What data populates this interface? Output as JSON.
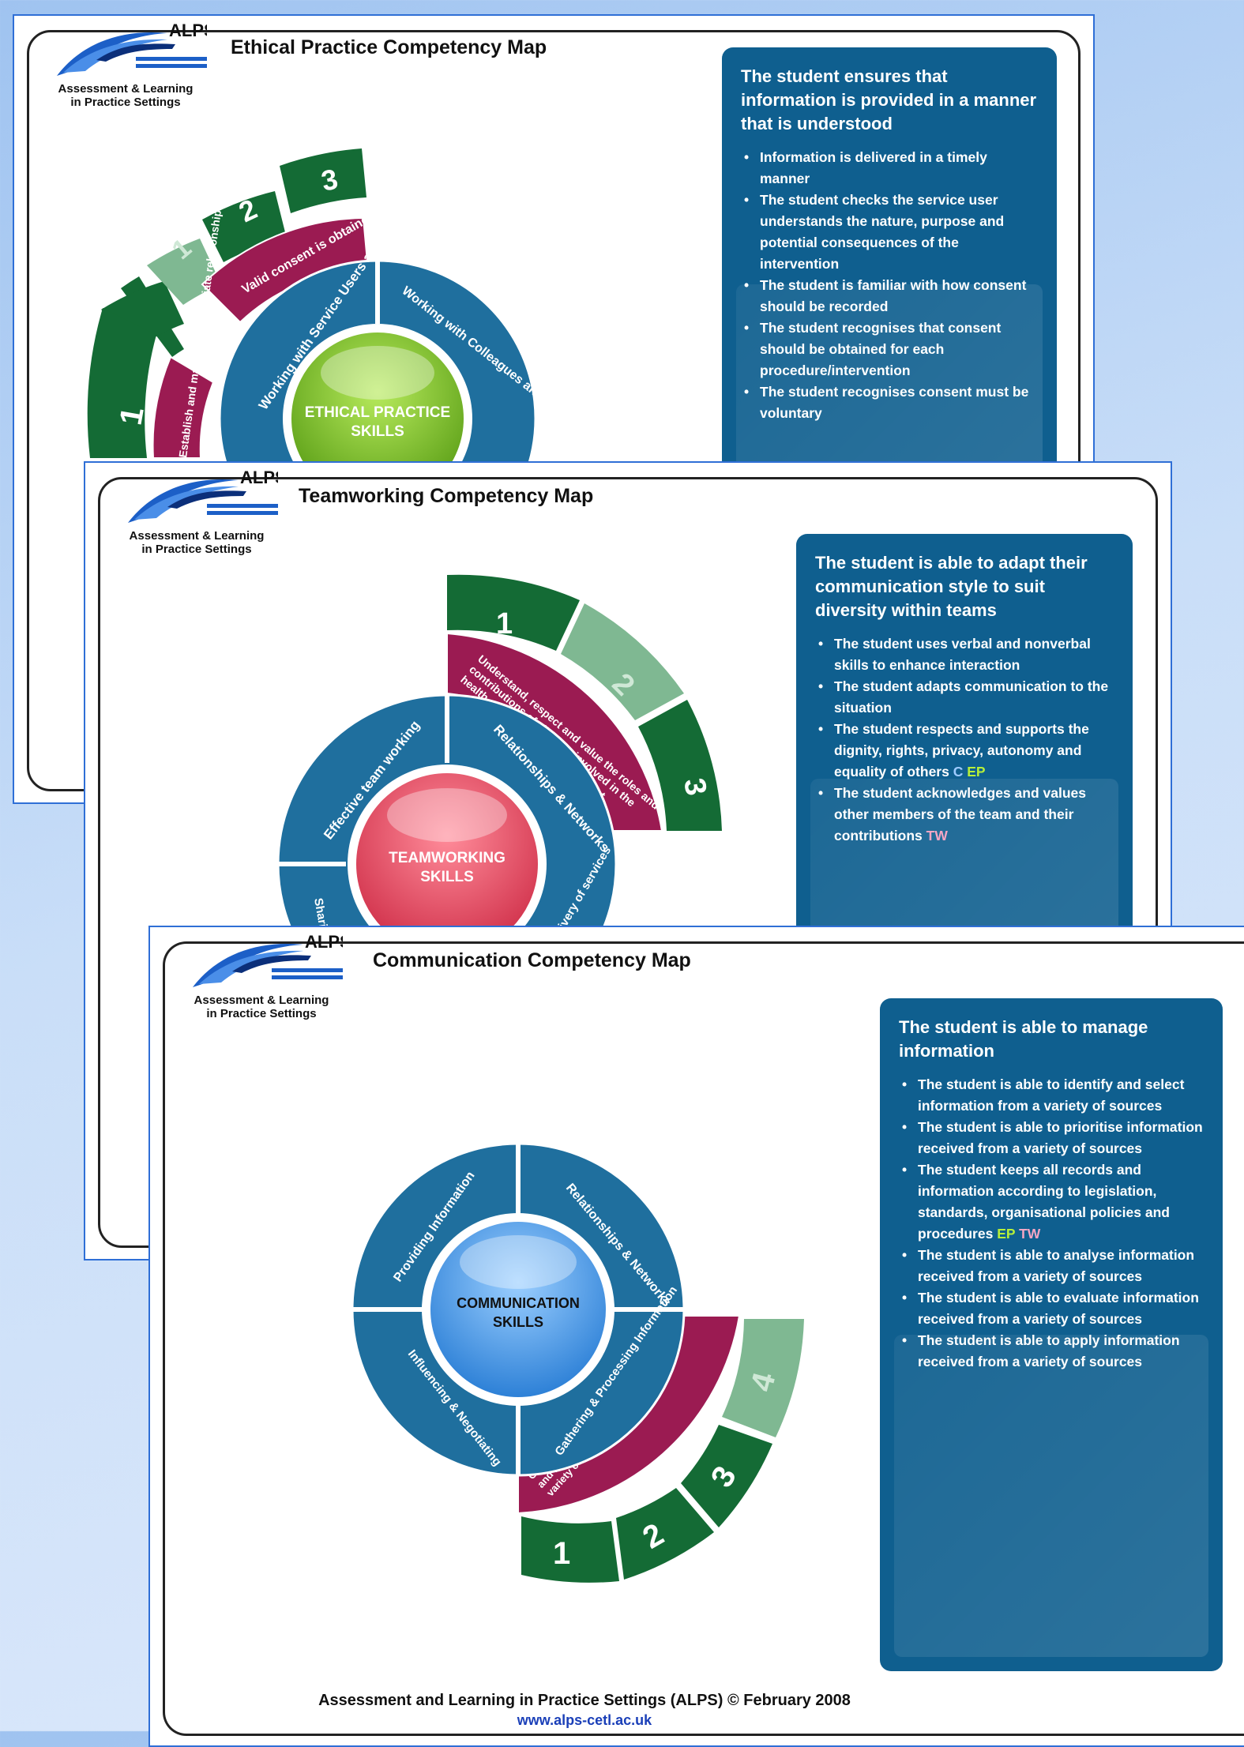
{
  "logo": {
    "brand": "ALPS",
    "line1": "Assessment & Learning",
    "line2": "in Practice Settings"
  },
  "slides": [
    {
      "title": "Ethical Practice Competency Map",
      "centre": {
        "line1": "ETHICAL PRACTICE",
        "line2": "SKILLS",
        "color": "#7cc427"
      },
      "domains": [
        "Working with Service Users and Carers",
        "Working with Colleagues and the Interprofessional team"
      ],
      "outer_segments": [
        "Valid consent is obtained",
        "Establish and maintain appropriate relationships"
      ],
      "levels": [
        "1",
        "2",
        "3",
        "1"
      ],
      "panel": {
        "heading": "The student ensures that information is provided in a manner that is understood",
        "bullets": [
          "Information is delivered in a timely manner",
          "The student checks the service user understands the nature, purpose and potential consequences of the intervention",
          "The student is familiar with how consent should be recorded",
          "The student recognises that consent should be obtained for each procedure/intervention",
          "The student recognises consent must be voluntary"
        ]
      }
    },
    {
      "title": "Teamworking Competency Map",
      "centre": {
        "line1": "TEAMWORKING",
        "line2": "SKILLS",
        "color": "#e8475c"
      },
      "domains": [
        "Effective team working",
        "Relationships & Networks",
        "Sharing",
        "delivery of services"
      ],
      "outer_segments": [
        "Understand, respect and value the roles and contributions of all those involved in the health and social care environment"
      ],
      "levels": [
        "1",
        "2",
        "3"
      ],
      "panel": {
        "heading": "The student is able to adapt their communication style to suit diversity within teams",
        "bullets": [
          "The student uses verbal and nonverbal skills to enhance interaction",
          "The student adapts communication to the situation",
          "The student respects and supports the dignity, rights, privacy, autonomy and equality of others",
          "The student acknowledges and values other members of the team and their contributions"
        ],
        "tags": {
          "b3_c": "C",
          "b3_ep": "EP",
          "b4_tw": "TW"
        }
      }
    },
    {
      "title": "Communication Competency Map",
      "centre": {
        "line1": "COMMUNICATION",
        "line2": "SKILLS",
        "color": "#4a9de8"
      },
      "domains": [
        "Providing Information",
        "Relationships & Networks",
        "Gathering & Processing Information",
        "Influencing & Negotiating"
      ],
      "outer_segments": [
        "Gather, interpret, synthesise, analyse and record information accurately from a variety of sources"
      ],
      "levels": [
        "1",
        "2",
        "3",
        "4"
      ],
      "panel": {
        "heading": "The student is able to manage information",
        "bullets": [
          "The student is able to identify and select information from a variety of sources",
          "The student is able to prioritise information received from a variety of sources",
          "The student keeps all records and information according to legislation, standards, organisational policies and procedures",
          "The student is able to analyse information received from a variety of sources",
          "The student is able to evaluate information received from a variety of sources",
          "The student is able to apply information received from a variety of sources"
        ],
        "tags": {
          "b3_ep": "EP",
          "b3_tw": "TW"
        }
      },
      "footer": "Assessment and Learning in Practice Settings (ALPS) © February 2008",
      "url": "www.alps-cetl.ac.uk"
    }
  ],
  "colors": {
    "panel": "#0f5f8f",
    "domain_ring": "#1f6f9e",
    "outer_maroon": "#9b1b52",
    "level_green": "#146b35",
    "level_light": "#7fb892",
    "ep_tag": "#b6ef3a",
    "tw_tag": "#f4a6c4"
  }
}
